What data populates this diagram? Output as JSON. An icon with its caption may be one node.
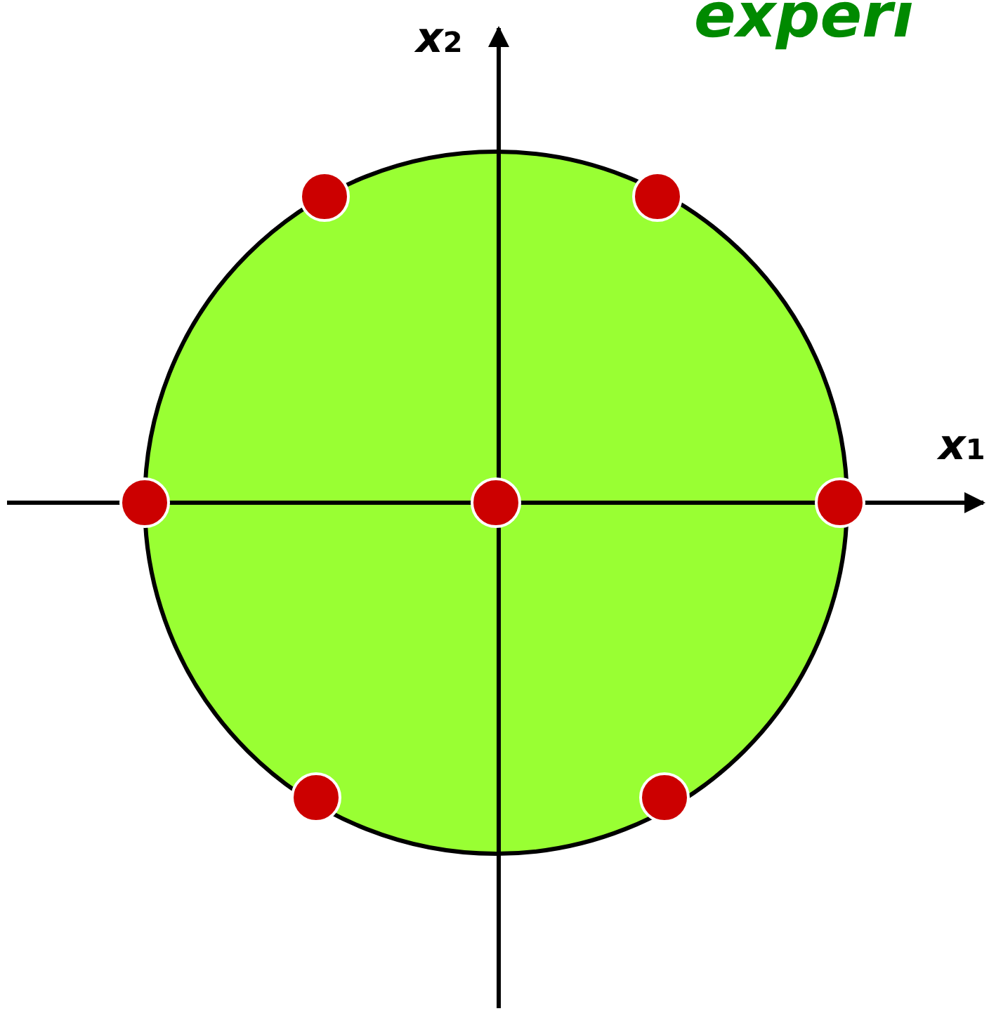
{
  "diagram": {
    "title": "experi",
    "labels": [
      "x$_{2}$",
      "x$_{1}$"
    ]
  }
}
